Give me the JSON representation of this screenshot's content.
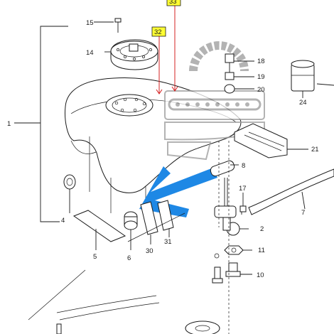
{
  "diagram": {
    "callouts": {
      "c1": "1",
      "c2": "2",
      "c4": "4",
      "c5": "5",
      "c6": "6",
      "c7": "7",
      "c8": "8",
      "c10": "10",
      "c11": "11",
      "c14": "14",
      "c15": "15",
      "c17": "17",
      "c18": "18",
      "c19": "19",
      "c20": "20",
      "c21": "21",
      "c24": "24",
      "c30": "30",
      "c31": "31",
      "c32": "32",
      "c33": "33"
    },
    "highlighted_callouts": [
      "32",
      "33"
    ],
    "colors": {
      "line": "#1a1a1a",
      "highlight_box": "#ffff33",
      "red_leader": "#d42020",
      "arrow": "#1e88e5",
      "watermark": "#9a9a9a"
    },
    "watermark_icon": "chain-gear-logo"
  }
}
